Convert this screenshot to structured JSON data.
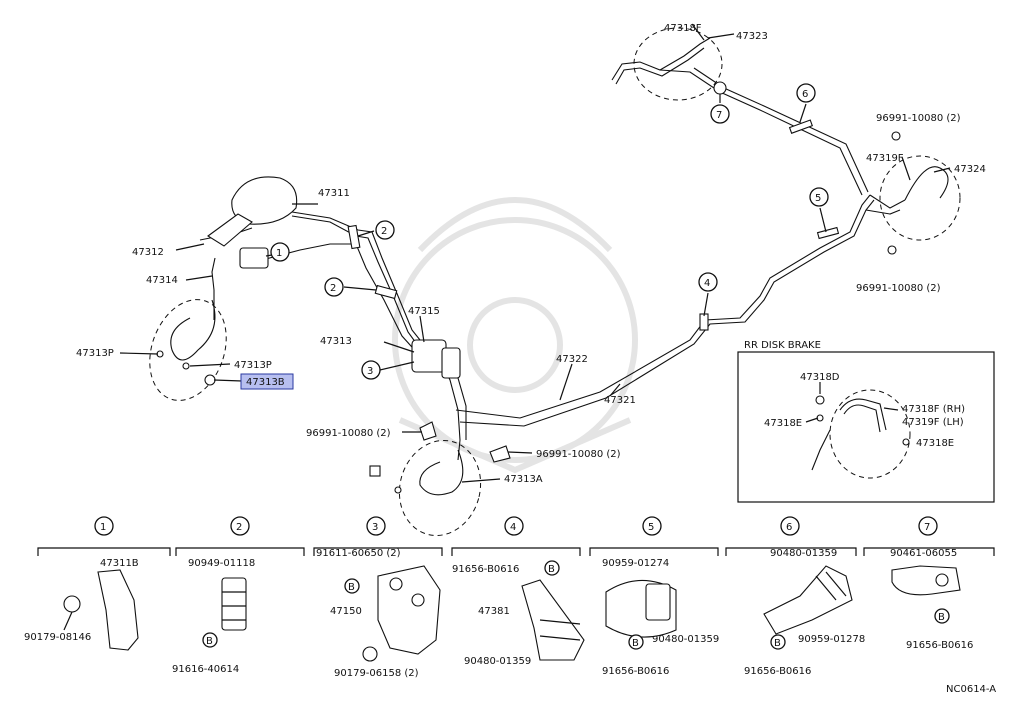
{
  "diagram": {
    "main_labels": {
      "p47311": "47311",
      "p47312": "47312",
      "p47314": "47314",
      "p47313P_a": "47313P",
      "p47313P_b": "47313P",
      "p47313B": "47313B",
      "p47313": "47313",
      "p47315": "47315",
      "p47322": "47322",
      "p47321": "47321",
      "p47313A": "47313A",
      "clip_left": "96991-10080 (2)",
      "clip_mid": "96991-10080 (2)",
      "clip_top_right": "96991-10080 (2)",
      "clip_bottom_right": "96991-10080 (2)",
      "p47318F_top": "47318F",
      "p47323": "47323",
      "p47319F": "47319F",
      "p47324": "47324"
    },
    "callout_numbers": {
      "c1": "1",
      "c2a": "2",
      "c2b": "2",
      "c3": "3",
      "c4": "4",
      "c5": "5",
      "c6": "6",
      "c7": "7"
    },
    "inset": {
      "title": "RR DISK BRAKE",
      "p47318D": "47318D",
      "p47318E_left": "47318E",
      "p47318F_rh": "47318F (RH)",
      "p47319F_lh": "47319F (LH)",
      "p47318E_right": "47318E"
    },
    "legend": [
      {
        "number": "1",
        "parts": [
          "47311B",
          "90179-08146"
        ]
      },
      {
        "number": "2",
        "parts": [
          "90949-01118",
          "91616-40614"
        ],
        "marker": "B"
      },
      {
        "number": "3",
        "parts": [
          "91611-60650 (2)",
          "47150",
          "90179-06158 (2)"
        ],
        "marker": "B"
      },
      {
        "number": "4",
        "parts": [
          "91656-B0616",
          "47381",
          "90480-01359"
        ],
        "marker": "B"
      },
      {
        "number": "5",
        "parts": [
          "90959-01274",
          "90480-01359",
          "91656-B0616"
        ],
        "marker": "B"
      },
      {
        "number": "6",
        "parts": [
          "90480-01359",
          "90959-01278",
          "91656-B0616"
        ],
        "marker": "B"
      },
      {
        "number": "7",
        "parts": [
          "90461-06055",
          "91656-B0616"
        ],
        "marker": "B"
      }
    ],
    "code": "NC0614-A",
    "highlight_color": "#b7bff0"
  }
}
